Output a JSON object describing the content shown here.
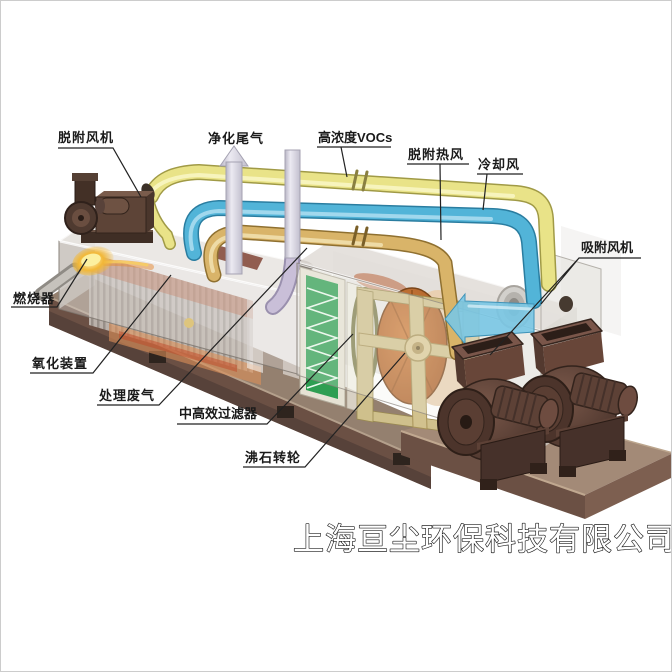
{
  "page": {
    "background": "#ffffff",
    "border_color": "#cccccc"
  },
  "watermark": "上海亘尘环保科技有限公司",
  "labels": [
    {
      "id": "desorption-fan",
      "text": "脱附风机"
    },
    {
      "id": "purified-exhaust",
      "text": "净化尾气"
    },
    {
      "id": "high-concentration-vocs",
      "text": "高浓度VOCs"
    },
    {
      "id": "desorption-hot-air",
      "text": "脱附热风"
    },
    {
      "id": "cooling-air",
      "text": "冷却风"
    },
    {
      "id": "adsorption-fan",
      "text": "吸附风机"
    },
    {
      "id": "burner",
      "text": "燃烧器"
    },
    {
      "id": "oxidation-unit",
      "text": "氧化装置"
    },
    {
      "id": "treated-waste-gas",
      "text": "处理废气"
    },
    {
      "id": "medium-high-efficiency-filter",
      "text": "中高效过滤器"
    },
    {
      "id": "zeolite-rotor",
      "text": "沸石转轮"
    }
  ],
  "colors": {
    "pipe-yellow": "#e9e388",
    "pipe-blue": "#52b4d8",
    "pipe-tan": "#d9b469",
    "rotor-orange": "#c06c34",
    "filter-green": "#2e9e52",
    "fan-brown": "#5f4237",
    "base-brown": "#6b5044",
    "stack-gray": "#d6d3de",
    "label-color": "#1a1a1a",
    "watermark-fill": "#ffffff",
    "watermark-stroke": "#1a1a1a"
  }
}
